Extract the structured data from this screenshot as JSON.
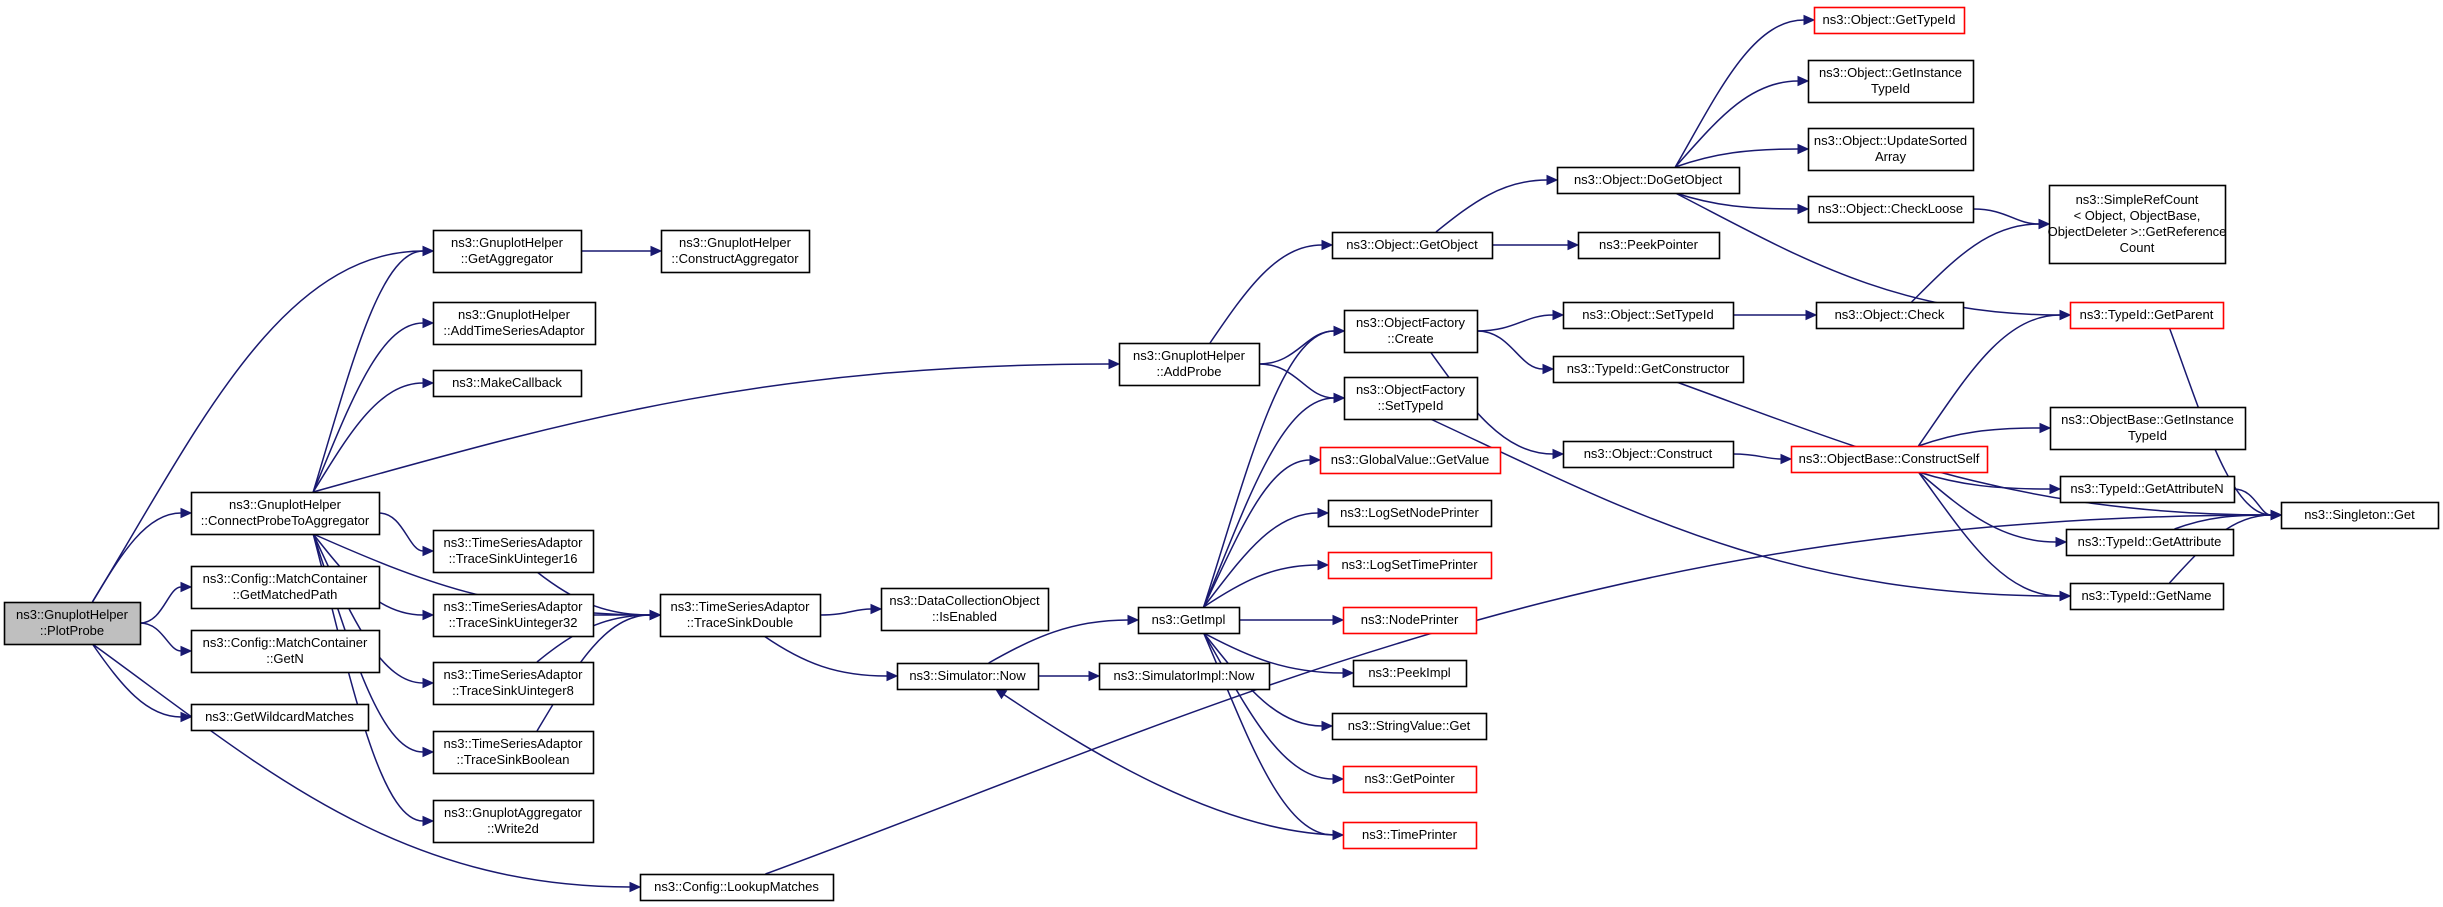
{
  "colors": {
    "edge": "#191970",
    "node_border": "#000000",
    "node_border_undocumented": "#ff0000",
    "root_fill": "#bfbfbf",
    "node_fill": "#ffffff",
    "text": "#000000"
  },
  "nodes": [
    {
      "id": "plotprobe",
      "lines": [
        "ns3::GnuplotHelper",
        "::PlotProbe"
      ],
      "style": "root"
    },
    {
      "id": "getaggregator",
      "lines": [
        "ns3::GnuplotHelper",
        "::GetAggregator"
      ],
      "style": "normal"
    },
    {
      "id": "constructaggregator",
      "lines": [
        "ns3::GnuplotHelper",
        "::ConstructAggregator"
      ],
      "style": "normal"
    },
    {
      "id": "addtimeseriesadaptor",
      "lines": [
        "ns3::GnuplotHelper",
        "::AddTimeSeriesAdaptor"
      ],
      "style": "normal"
    },
    {
      "id": "makecallback",
      "lines": [
        "ns3::MakeCallback"
      ],
      "style": "normal"
    },
    {
      "id": "connectprobe",
      "lines": [
        "ns3::GnuplotHelper",
        "::ConnectProbeToAggregator"
      ],
      "style": "normal"
    },
    {
      "id": "getmatchedpath",
      "lines": [
        "ns3::Config::MatchContainer",
        "::GetMatchedPath"
      ],
      "style": "normal"
    },
    {
      "id": "getn",
      "lines": [
        "ns3::Config::MatchContainer",
        "::GetN"
      ],
      "style": "normal"
    },
    {
      "id": "getwildcardmatches",
      "lines": [
        "ns3::GetWildcardMatches"
      ],
      "style": "normal"
    },
    {
      "id": "lookupmatches",
      "lines": [
        "ns3::Config::LookupMatches"
      ],
      "style": "normal"
    },
    {
      "id": "tsu16",
      "lines": [
        "ns3::TimeSeriesAdaptor",
        "::TraceSinkUinteger16"
      ],
      "style": "normal"
    },
    {
      "id": "tsu32",
      "lines": [
        "ns3::TimeSeriesAdaptor",
        "::TraceSinkUinteger32"
      ],
      "style": "normal"
    },
    {
      "id": "tsu8",
      "lines": [
        "ns3::TimeSeriesAdaptor",
        "::TraceSinkUinteger8"
      ],
      "style": "normal"
    },
    {
      "id": "tsbool",
      "lines": [
        "ns3::TimeSeriesAdaptor",
        "::TraceSinkBoolean"
      ],
      "style": "normal"
    },
    {
      "id": "write2d",
      "lines": [
        "ns3::GnuplotAggregator",
        "::Write2d"
      ],
      "style": "normal"
    },
    {
      "id": "tsdouble",
      "lines": [
        "ns3::TimeSeriesAdaptor",
        "::TraceSinkDouble"
      ],
      "style": "normal"
    },
    {
      "id": "isenabled",
      "lines": [
        "ns3::DataCollectionObject",
        "::IsEnabled"
      ],
      "style": "normal"
    },
    {
      "id": "simnow",
      "lines": [
        "ns3::Simulator::Now"
      ],
      "style": "normal"
    },
    {
      "id": "simimplnow",
      "lines": [
        "ns3::SimulatorImpl::Now"
      ],
      "style": "normal"
    },
    {
      "id": "addprobe",
      "lines": [
        "ns3::GnuplotHelper",
        "::AddProbe"
      ],
      "style": "normal"
    },
    {
      "id": "getimpl",
      "lines": [
        "ns3::GetImpl"
      ],
      "style": "normal"
    },
    {
      "id": "objgetobject",
      "lines": [
        "ns3::Object::GetObject"
      ],
      "style": "normal"
    },
    {
      "id": "ofcreate",
      "lines": [
        "ns3::ObjectFactory",
        "::Create"
      ],
      "style": "normal"
    },
    {
      "id": "ofsettypeid",
      "lines": [
        "ns3::ObjectFactory",
        "::SetTypeId"
      ],
      "style": "normal"
    },
    {
      "id": "gvgetvalue",
      "lines": [
        "ns3::GlobalValue::GetValue"
      ],
      "style": "undocumented"
    },
    {
      "id": "logsetnodeprinter",
      "lines": [
        "ns3::LogSetNodePrinter"
      ],
      "style": "normal"
    },
    {
      "id": "logsettimeprinter",
      "lines": [
        "ns3::LogSetTimePrinter"
      ],
      "style": "undocumented"
    },
    {
      "id": "nodeprinter",
      "lines": [
        "ns3::NodePrinter"
      ],
      "style": "undocumented"
    },
    {
      "id": "peekimpl",
      "lines": [
        "ns3::PeekImpl"
      ],
      "style": "normal"
    },
    {
      "id": "stringvalueget",
      "lines": [
        "ns3::StringValue::Get"
      ],
      "style": "normal"
    },
    {
      "id": "getpointer",
      "lines": [
        "ns3::GetPointer"
      ],
      "style": "undocumented"
    },
    {
      "id": "timeprinter",
      "lines": [
        "ns3::TimePrinter"
      ],
      "style": "undocumented"
    },
    {
      "id": "dogetobject",
      "lines": [
        "ns3::Object::DoGetObject"
      ],
      "style": "normal"
    },
    {
      "id": "peekpointer",
      "lines": [
        "ns3::PeekPointer"
      ],
      "style": "normal"
    },
    {
      "id": "objsettypeid",
      "lines": [
        "ns3::Object::SetTypeId"
      ],
      "style": "normal"
    },
    {
      "id": "tidgetconstructor",
      "lines": [
        "ns3::TypeId::GetConstructor"
      ],
      "style": "normal"
    },
    {
      "id": "objconstruct",
      "lines": [
        "ns3::Object::Construct"
      ],
      "style": "normal"
    },
    {
      "id": "objgettypeid",
      "lines": [
        "ns3::Object::GetTypeId"
      ],
      "style": "undocumented"
    },
    {
      "id": "objgetinstancetypeid",
      "lines": [
        "ns3::Object::GetInstance",
        "TypeId"
      ],
      "style": "normal"
    },
    {
      "id": "objupdatesortedarray",
      "lines": [
        "ns3::Object::UpdateSorted",
        "Array"
      ],
      "style": "normal"
    },
    {
      "id": "objcheckloose",
      "lines": [
        "ns3::Object::CheckLoose"
      ],
      "style": "normal"
    },
    {
      "id": "objcheck",
      "lines": [
        "ns3::Object::Check"
      ],
      "style": "normal"
    },
    {
      "id": "obconstructself",
      "lines": [
        "ns3::ObjectBase::ConstructSelf"
      ],
      "style": "undocumented"
    },
    {
      "id": "simplerefcount",
      "lines": [
        "ns3::SimpleRefCount",
        "< Object, ObjectBase,",
        " ObjectDeleter >::GetReference",
        "Count"
      ],
      "style": "normal"
    },
    {
      "id": "tidgetparent",
      "lines": [
        "ns3::TypeId::GetParent"
      ],
      "style": "undocumented"
    },
    {
      "id": "obgetinstancetypeid",
      "lines": [
        "ns3::ObjectBase::GetInstance",
        "TypeId"
      ],
      "style": "normal"
    },
    {
      "id": "tidgetattributen",
      "lines": [
        "ns3::TypeId::GetAttributeN"
      ],
      "style": "normal"
    },
    {
      "id": "tidgetattribute",
      "lines": [
        "ns3::TypeId::GetAttribute"
      ],
      "style": "normal"
    },
    {
      "id": "tidgetname",
      "lines": [
        "ns3::TypeId::GetName"
      ],
      "style": "normal"
    },
    {
      "id": "singletonget",
      "lines": [
        "ns3::Singleton::Get"
      ],
      "style": "normal"
    }
  ],
  "edges": [
    [
      "plotprobe",
      "getaggregator"
    ],
    [
      "plotprobe",
      "connectprobe"
    ],
    [
      "plotprobe",
      "getmatchedpath"
    ],
    [
      "plotprobe",
      "getn"
    ],
    [
      "plotprobe",
      "getwildcardmatches"
    ],
    [
      "plotprobe",
      "lookupmatches"
    ],
    [
      "getaggregator",
      "constructaggregator"
    ],
    [
      "connectprobe",
      "getaggregator"
    ],
    [
      "connectprobe",
      "addtimeseriesadaptor"
    ],
    [
      "connectprobe",
      "makecallback"
    ],
    [
      "connectprobe",
      "addprobe"
    ],
    [
      "connectprobe",
      "tsdouble"
    ],
    [
      "connectprobe",
      "tsu16"
    ],
    [
      "connectprobe",
      "tsu32"
    ],
    [
      "connectprobe",
      "tsu8"
    ],
    [
      "connectprobe",
      "tsbool"
    ],
    [
      "connectprobe",
      "write2d"
    ],
    [
      "tsu16",
      "tsdouble"
    ],
    [
      "tsu32",
      "tsdouble"
    ],
    [
      "tsu8",
      "tsdouble"
    ],
    [
      "tsbool",
      "tsdouble"
    ],
    [
      "tsdouble",
      "isenabled"
    ],
    [
      "tsdouble",
      "simnow"
    ],
    [
      "simnow",
      "getimpl"
    ],
    [
      "simnow",
      "simimplnow"
    ],
    [
      "addprobe",
      "objgetobject"
    ],
    [
      "addprobe",
      "ofcreate"
    ],
    [
      "addprobe",
      "ofsettypeid"
    ],
    [
      "getimpl",
      "ofcreate"
    ],
    [
      "getimpl",
      "ofsettypeid"
    ],
    [
      "getimpl",
      "gvgetvalue"
    ],
    [
      "getimpl",
      "logsetnodeprinter"
    ],
    [
      "getimpl",
      "logsettimeprinter"
    ],
    [
      "getimpl",
      "nodeprinter"
    ],
    [
      "getimpl",
      "peekimpl"
    ],
    [
      "getimpl",
      "stringvalueget"
    ],
    [
      "getimpl",
      "getpointer"
    ],
    [
      "getimpl",
      "timeprinter"
    ],
    [
      "timeprinter",
      "simnow"
    ],
    [
      "objgetobject",
      "dogetobject"
    ],
    [
      "objgetobject",
      "peekpointer"
    ],
    [
      "ofcreate",
      "objsettypeid"
    ],
    [
      "ofcreate",
      "tidgetconstructor"
    ],
    [
      "ofcreate",
      "objconstruct"
    ],
    [
      "ofsettypeid",
      "tidgetname"
    ],
    [
      "dogetobject",
      "objgettypeid"
    ],
    [
      "dogetobject",
      "objgetinstancetypeid"
    ],
    [
      "dogetobject",
      "objupdatesortedarray"
    ],
    [
      "dogetobject",
      "objcheckloose"
    ],
    [
      "dogetobject",
      "tidgetparent"
    ],
    [
      "objcheckloose",
      "simplerefcount"
    ],
    [
      "objsettypeid",
      "objcheck"
    ],
    [
      "objcheck",
      "simplerefcount"
    ],
    [
      "objconstruct",
      "obconstructself"
    ],
    [
      "obconstructself",
      "tidgetparent"
    ],
    [
      "obconstructself",
      "obgetinstancetypeid"
    ],
    [
      "obconstructself",
      "tidgetattributen"
    ],
    [
      "obconstructself",
      "tidgetattribute"
    ],
    [
      "obconstructself",
      "tidgetname"
    ],
    [
      "tidgetconstructor",
      "singletonget"
    ],
    [
      "tidgetparent",
      "singletonget"
    ],
    [
      "tidgetattributen",
      "singletonget"
    ],
    [
      "tidgetattribute",
      "singletonget"
    ],
    [
      "tidgetname",
      "singletonget"
    ],
    [
      "lookupmatches",
      "singletonget"
    ]
  ]
}
